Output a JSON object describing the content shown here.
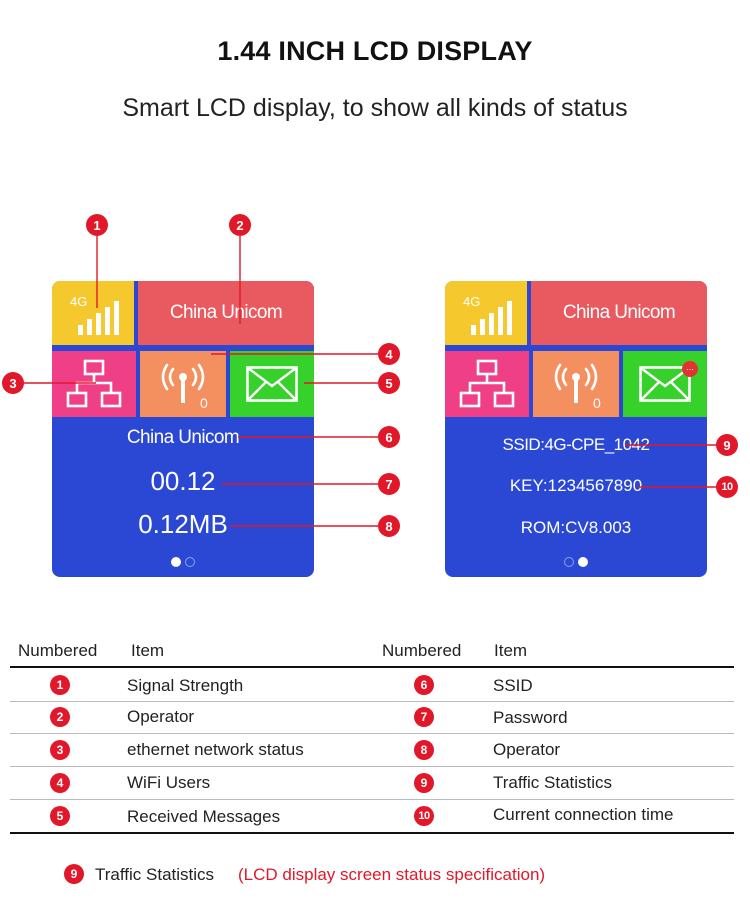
{
  "header": {
    "title": "1.44 INCH LCD DISPLAY",
    "subtitle": "Smart LCD display, to show all kinds of status"
  },
  "screen1": {
    "signal_label": "4G",
    "operator_tile": "China Unicom",
    "wifi_users_count": "0",
    "line1": "China Unicom",
    "line2": "00.12",
    "line3": "0.12MB",
    "active_page_dot": 1
  },
  "screen2": {
    "signal_label": "4G",
    "operator_tile": "China Unicom",
    "wifi_users_count": "0",
    "line1": "SSID:4G-CPE_1042",
    "line2": "KEY:1234567890",
    "line3": "ROM:CV8.003",
    "message_badge": "...",
    "active_page_dot": 2
  },
  "callouts": [
    "1",
    "2",
    "3",
    "4",
    "5",
    "6",
    "7",
    "8",
    "9",
    "10"
  ],
  "table": {
    "headers": {
      "numbered": "Numbered",
      "item": "Item"
    },
    "left": [
      {
        "num": "1",
        "item": "Signal Strength"
      },
      {
        "num": "2",
        "item": "Operator"
      },
      {
        "num": "3",
        "item": "ethernet network status"
      },
      {
        "num": "4",
        "item": "WiFi Users"
      },
      {
        "num": "5",
        "item": "Received Messages"
      }
    ],
    "right": [
      {
        "num": "6",
        "item": "SSID"
      },
      {
        "num": "7",
        "item": "Password"
      },
      {
        "num": "8",
        "item": "Operator"
      },
      {
        "num": "9",
        "item": "Traffic Statistics"
      },
      {
        "num": "10",
        "item": "Current connection time"
      }
    ]
  },
  "footnote": {
    "num": "9",
    "text": "Traffic Statistics",
    "spec": "(LCD display screen status specification)"
  },
  "colors": {
    "signal_tile": "#f5c92e",
    "operator_tile": "#e85a5f",
    "ethernet_tile": "#ef3f86",
    "wifi_tile": "#f48f60",
    "message_tile": "#37d12c",
    "screen_bg": "#2a48d4",
    "callout_red": "#e0182a"
  },
  "icons": [
    "signal-bars-icon",
    "ethernet-network-icon",
    "wifi-antenna-icon",
    "envelope-icon"
  ]
}
